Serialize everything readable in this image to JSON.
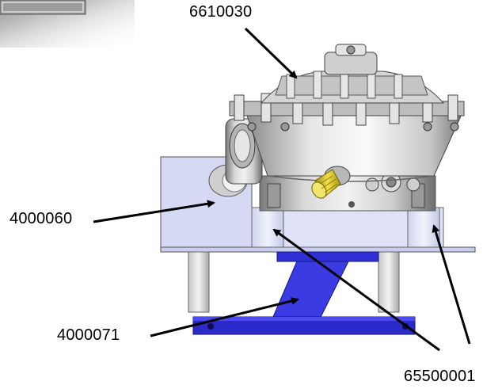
{
  "labels": {
    "top": "6610030",
    "left_upper": "4000060",
    "left_lower": "4000071",
    "bottom_right": "65500001"
  },
  "colors": {
    "bracket_blue": "#2f2fd6",
    "base_blue": "#2a2ac8",
    "plate": "#d6d9f4",
    "housing_light": "#e8e8e8",
    "housing_mid": "#bdbdbd",
    "housing_dark": "#6f6f6f",
    "fitting_yellow": "#d8c220",
    "arrow": "#000000"
  }
}
